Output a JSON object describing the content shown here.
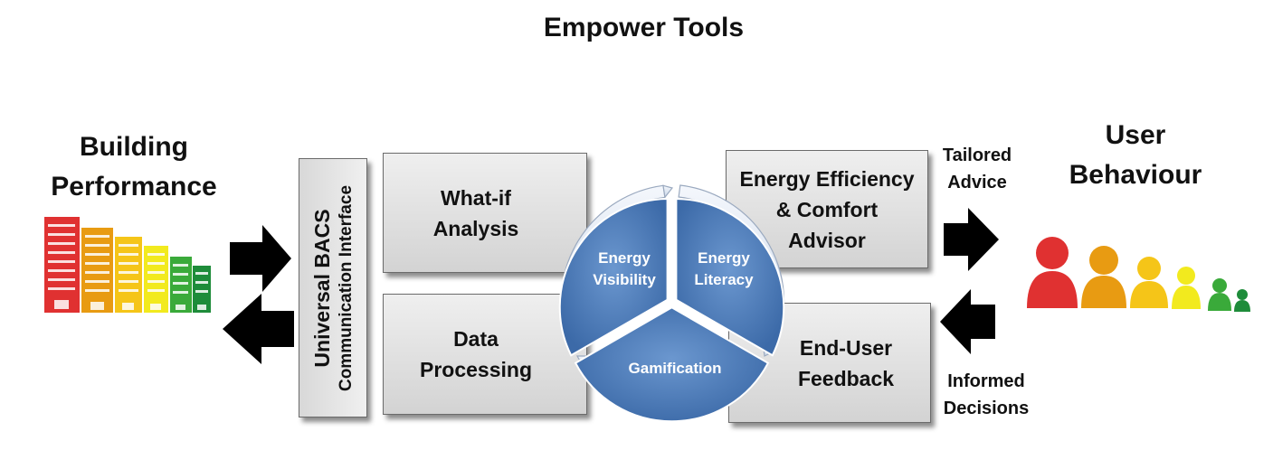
{
  "title": "Empower Tools",
  "building": {
    "line1": "Building",
    "line2": "Performance"
  },
  "interface": {
    "line1": "Universal BACS",
    "line2": "Communication Interface"
  },
  "boxes": {
    "whatif": {
      "line1": "What-if",
      "line2": "Analysis"
    },
    "data": {
      "line1": "Data",
      "line2": "Processing"
    },
    "advisor": {
      "line1": "Energy Efficiency",
      "line2": "& Comfort",
      "line3": "Advisor"
    },
    "feedback": {
      "line1": "End-User",
      "line2": "Feedback"
    }
  },
  "cycle": {
    "visibility": {
      "line1": "Energy",
      "line2": "Visibility"
    },
    "literacy": {
      "line1": "Energy",
      "line2": "Literacy"
    },
    "gamification": "Gamification"
  },
  "user": {
    "line1": "User",
    "line2": "Behaviour"
  },
  "tailored": {
    "line1": "Tailored",
    "line2": "Advice"
  },
  "informed": {
    "line1": "Informed",
    "line2": "Decisions"
  },
  "colors": {
    "segment": "#4f7fbf",
    "segment_dark": "#2e5c9a",
    "ring": "#e4ebf5",
    "rating": [
      "#e03131",
      "#e89b12",
      "#f5c518",
      "#f2ea1e",
      "#3aaa3a",
      "#1e8c3a"
    ]
  }
}
